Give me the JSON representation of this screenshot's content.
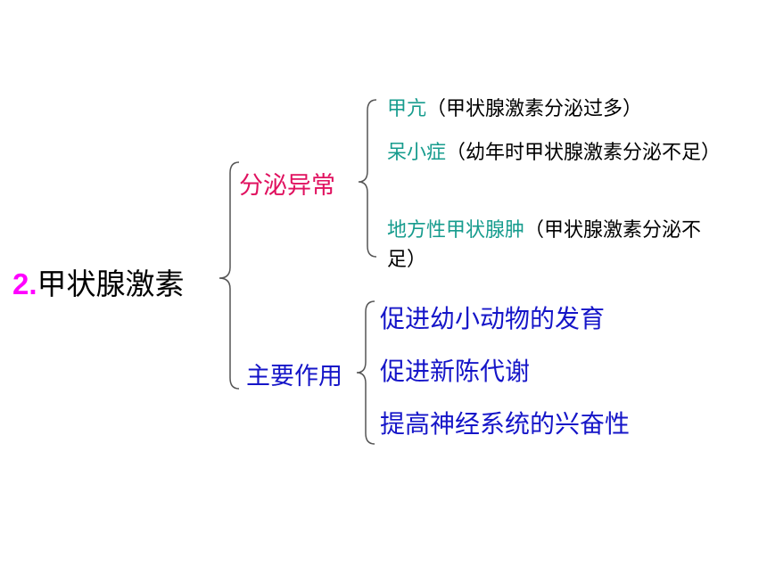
{
  "root": {
    "number": "2.",
    "title": "甲状腺激素"
  },
  "branches": [
    {
      "label": "分泌异常",
      "items": [
        {
          "keyword": "甲亢",
          "detail": "（甲状腺激素分泌过多）"
        },
        {
          "keyword": "呆小症",
          "detail": "（幼年时甲状腺激素分泌不足）"
        },
        {
          "keyword": "地方性甲状腺肿",
          "detail": "（甲状腺激素分泌不足）"
        }
      ]
    },
    {
      "label": "主要作用",
      "items": [
        {
          "text": "促进幼小动物的发育"
        },
        {
          "text": "促进新陈代谢"
        },
        {
          "text": "提高神经系统的兴奋性"
        }
      ]
    }
  ],
  "colors": {
    "root_number": "#ff00ff",
    "abnormal_label": "#e0115f",
    "keyword": "#179c8e",
    "effect": "#1515c8",
    "bracket": "#555555"
  }
}
